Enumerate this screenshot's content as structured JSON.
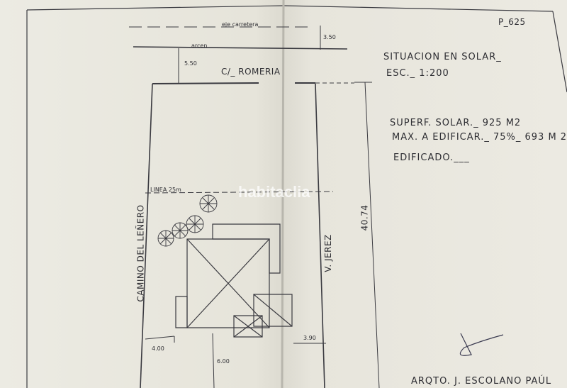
{
  "sheet": {
    "plan_number": "P_625",
    "road": {
      "axis_label": "eje carretera",
      "shoulder_label": "arcen",
      "offset_road": "3.50",
      "offset_street": "5.50"
    },
    "street_label": "C/_ ROMERIA",
    "line_label": "LINEA 25m",
    "side_path_label": "CAMINO DEL LEÑERO",
    "side_street_label": "V. JEREZ",
    "depth_dim": "40.74",
    "setback_left": "4.00",
    "setback_bottom": "6.00",
    "setback_right": "3.90"
  },
  "title_block": {
    "situacion": "SITUACION EN SOLAR_",
    "escala": "ESC._   1:200",
    "superficie": "SUPERF. SOLAR._ 925 M2",
    "max_edificar": "MAX. A EDIFICAR._ 75%_ 693 M 2._",
    "edificado": "EDIFICADO.___",
    "architect": "ARQTO. J. ESCOLANO PAÚL"
  },
  "watermark": "habitaclia",
  "colors": {
    "paper": "#e8e6dc",
    "ink": "#2e2e33"
  }
}
